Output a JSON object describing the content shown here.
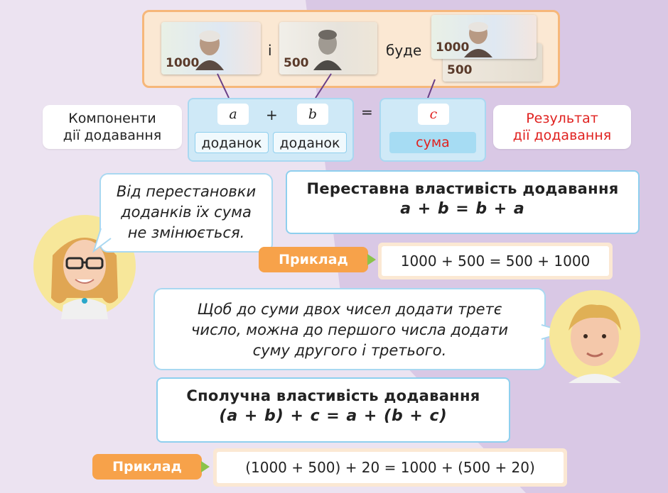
{
  "notes": {
    "left_value": "1000",
    "middle_value": "500",
    "right_value_front": "1000",
    "right_value_back": "500",
    "conj_and": "і",
    "conj_will_be": "буде"
  },
  "components": {
    "left_caption_line1": "Компоненти",
    "left_caption_line2": "дії додавання",
    "var_a": "a",
    "plus": "+",
    "var_b": "b",
    "equals": "=",
    "var_c": "c",
    "addend1": "доданок",
    "addend2": "доданок",
    "sum": "сума",
    "right_caption_line1": "Результат",
    "right_caption_line2": "дії додавання"
  },
  "commutative": {
    "bubble_line1": "Від перестановки",
    "bubble_line2": "доданків їх сума",
    "bubble_line3": "не змінюється.",
    "title": "Переставна властивість додавання",
    "formula": "a + b = b + a",
    "example_label": "Приклад",
    "example": "1000 + 500 = 500 + 1000"
  },
  "associative": {
    "bubble_line1": "Щоб до суми двох чисел додати третє",
    "bubble_line2": "число, можна до першого числа додати",
    "bubble_line3": "суму другого і третього.",
    "title": "Сполучна властивість додавання",
    "formula": "(a + b) + c = a + (b + c)",
    "example_label": "Приклад",
    "example": "(1000 + 500) + 20 = 1000 + (500 + 20)"
  },
  "colors": {
    "accent_orange": "#f7a24a",
    "accent_blue": "#a9d8f1",
    "result_red": "#e0211f",
    "arrow_green": "#8bc34a"
  }
}
